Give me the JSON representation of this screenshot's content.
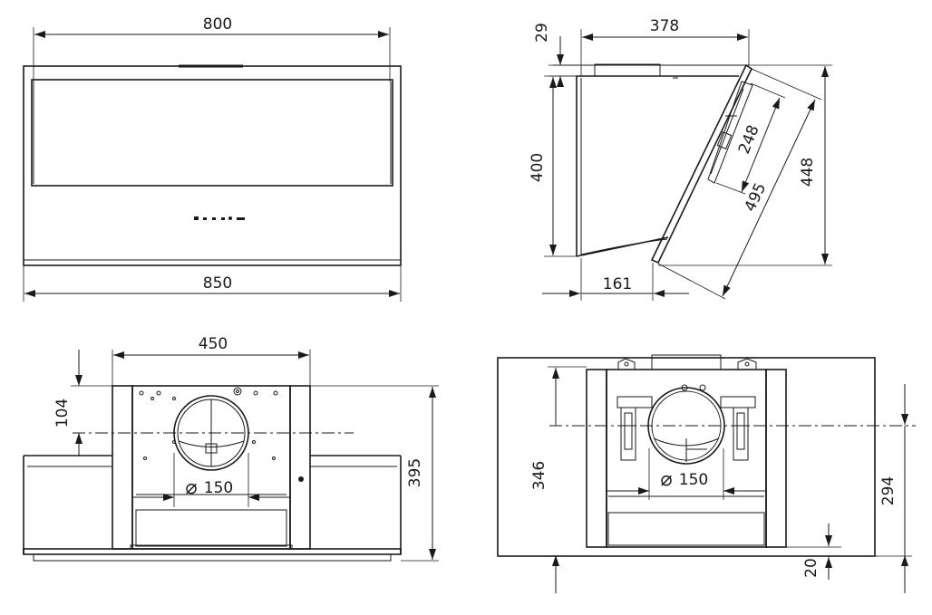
{
  "views": {
    "front": {
      "dims": {
        "top_width": "800",
        "bottom_width": "850"
      }
    },
    "side": {
      "dims": {
        "top_gap": "29",
        "top_depth": "378",
        "height": "400",
        "panel_short": "248",
        "panel_long": "495",
        "overall_height": "448",
        "bottom_depth": "161"
      }
    },
    "rear_left": {
      "dims": {
        "width": "450",
        "offset": "104",
        "height": "395",
        "diameter_symbol": "⌀",
        "diameter": "150"
      }
    },
    "rear_right": {
      "dims": {
        "height": "346",
        "center_height": "294",
        "bottom": "20",
        "diameter_symbol": "⌀",
        "diameter": "150"
      }
    }
  }
}
